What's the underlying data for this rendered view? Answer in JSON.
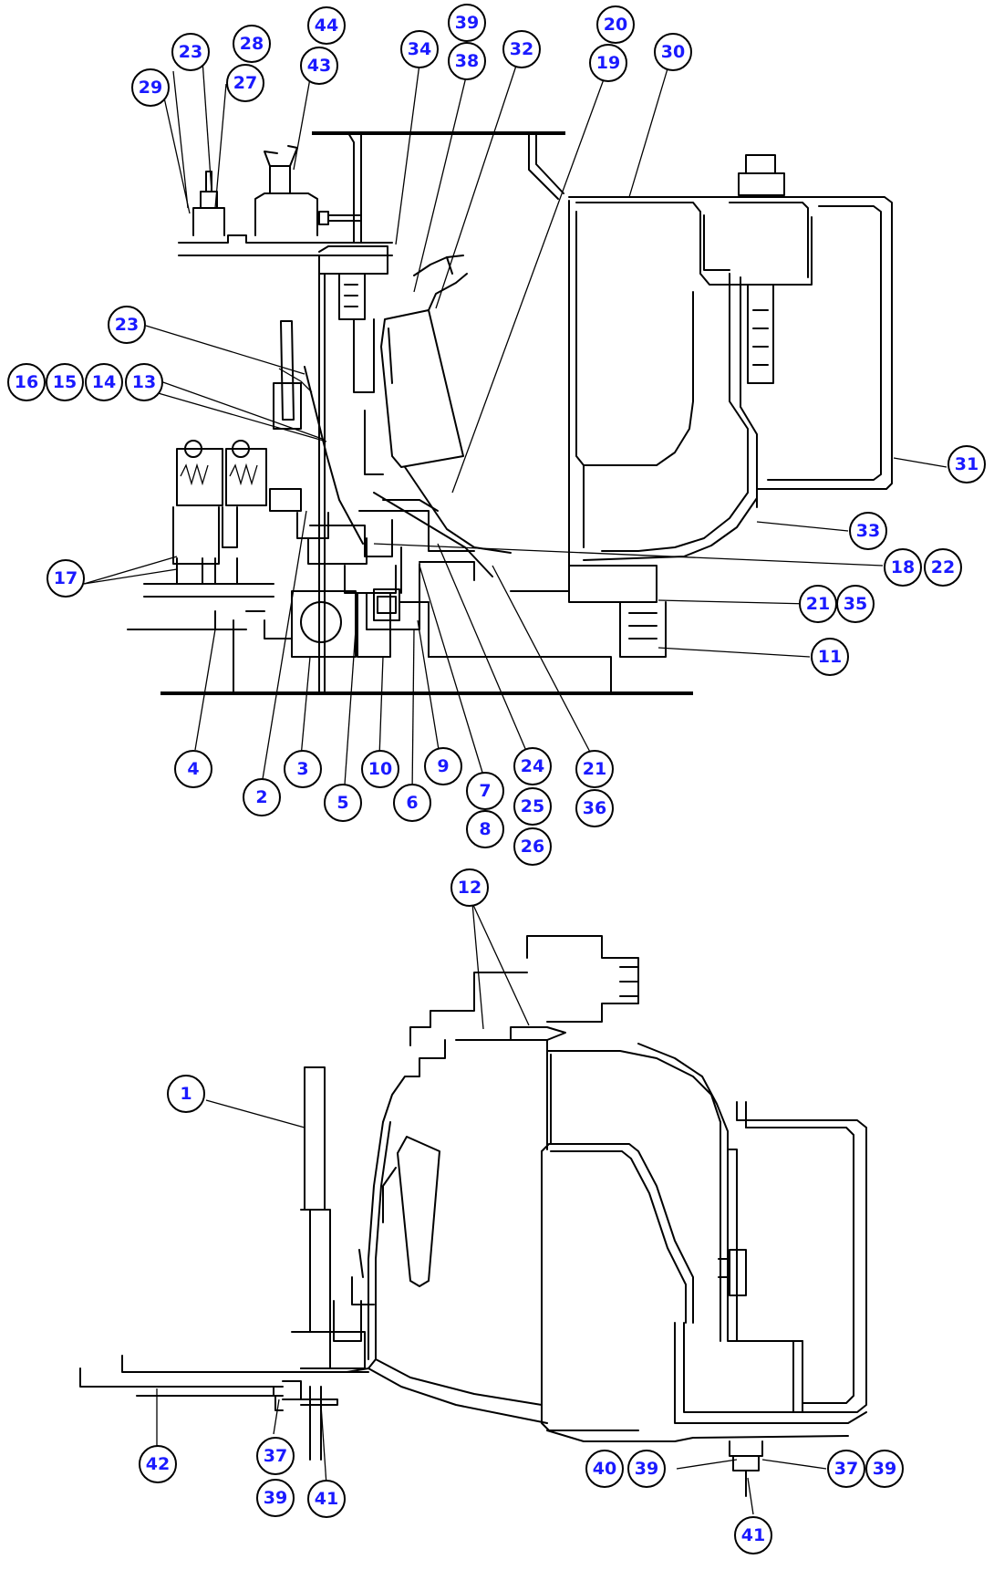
{
  "callouts": [
    {
      "id": "c23a",
      "label": "23"
    },
    {
      "id": "c28",
      "label": "28"
    },
    {
      "id": "c44",
      "label": "44"
    },
    {
      "id": "c39a",
      "label": "39"
    },
    {
      "id": "c20",
      "label": "20"
    },
    {
      "id": "c29",
      "label": "29"
    },
    {
      "id": "c27",
      "label": "27"
    },
    {
      "id": "c43",
      "label": "43"
    },
    {
      "id": "c34",
      "label": "34"
    },
    {
      "id": "c38",
      "label": "38"
    },
    {
      "id": "c32",
      "label": "32"
    },
    {
      "id": "c19",
      "label": "19"
    },
    {
      "id": "c30",
      "label": "30"
    },
    {
      "id": "c23b",
      "label": "23"
    },
    {
      "id": "c16",
      "label": "16"
    },
    {
      "id": "c15",
      "label": "15"
    },
    {
      "id": "c14",
      "label": "14"
    },
    {
      "id": "c13",
      "label": "13"
    },
    {
      "id": "c31",
      "label": "31"
    },
    {
      "id": "c33",
      "label": "33"
    },
    {
      "id": "c18",
      "label": "18"
    },
    {
      "id": "c22",
      "label": "22"
    },
    {
      "id": "c17",
      "label": "17"
    },
    {
      "id": "c21a",
      "label": "21"
    },
    {
      "id": "c35",
      "label": "35"
    },
    {
      "id": "c11",
      "label": "11"
    },
    {
      "id": "c4",
      "label": "4"
    },
    {
      "id": "c3",
      "label": "3"
    },
    {
      "id": "c10",
      "label": "10"
    },
    {
      "id": "c9",
      "label": "9"
    },
    {
      "id": "c24",
      "label": "24"
    },
    {
      "id": "c21b",
      "label": "21"
    },
    {
      "id": "c2",
      "label": "2"
    },
    {
      "id": "c5",
      "label": "5"
    },
    {
      "id": "c6",
      "label": "6"
    },
    {
      "id": "c7",
      "label": "7"
    },
    {
      "id": "c25",
      "label": "25"
    },
    {
      "id": "c36",
      "label": "36"
    },
    {
      "id": "c8",
      "label": "8"
    },
    {
      "id": "c26",
      "label": "26"
    },
    {
      "id": "c12",
      "label": "12"
    },
    {
      "id": "c1",
      "label": "1"
    },
    {
      "id": "c42",
      "label": "42"
    },
    {
      "id": "c37a",
      "label": "37"
    },
    {
      "id": "c39b",
      "label": "39"
    },
    {
      "id": "c41a",
      "label": "41"
    },
    {
      "id": "c40",
      "label": "40"
    },
    {
      "id": "c39c",
      "label": "39"
    },
    {
      "id": "c37b",
      "label": "37"
    },
    {
      "id": "c39d",
      "label": "39"
    },
    {
      "id": "c41b",
      "label": "41"
    }
  ]
}
